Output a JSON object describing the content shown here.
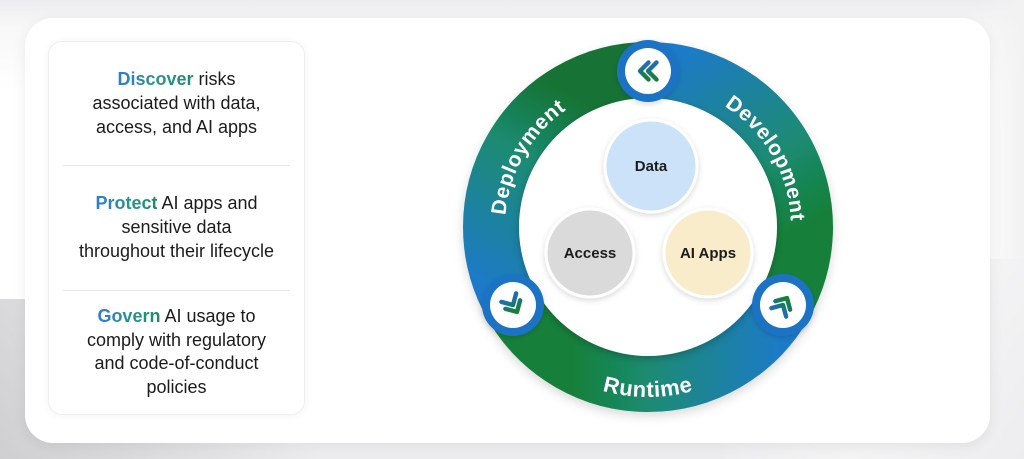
{
  "card": {
    "items": [
      {
        "keyword": "Discover",
        "rest": " risks\nassociated with data,\naccess, and AI apps"
      },
      {
        "keyword": "Protect",
        "rest": " AI apps and\nsensitive data\nthroughout their lifecycle"
      },
      {
        "keyword": "Govern",
        "rest": " AI usage to\ncomply with regulatory\nand code-of-conduct\npolicies"
      }
    ],
    "keyword_gradient": {
      "from": "#2e7cd6",
      "to": "#1d8a6a"
    }
  },
  "diagram": {
    "ring_labels": {
      "development": "Development",
      "runtime": "Runtime",
      "deployment": "Deployment"
    },
    "nodes": [
      {
        "label": "Data",
        "fill": "#cbe2f8"
      },
      {
        "label": "Access",
        "fill": "#dadada"
      },
      {
        "label": "AI Apps",
        "fill": "#f8ecca"
      }
    ],
    "colors": {
      "blue": "#1e7ac9",
      "teal": "#1b8b72",
      "green": "#15803a",
      "green_dark": "#147334",
      "badge_blue": "#1a73c4",
      "chevron_blue": "#1f6eb3",
      "chevron_green": "#15803a"
    },
    "icons": {
      "top": "double-chevron-left",
      "bottom_left": "double-chevron-down",
      "bottom_right": "double-chevron-up"
    }
  }
}
